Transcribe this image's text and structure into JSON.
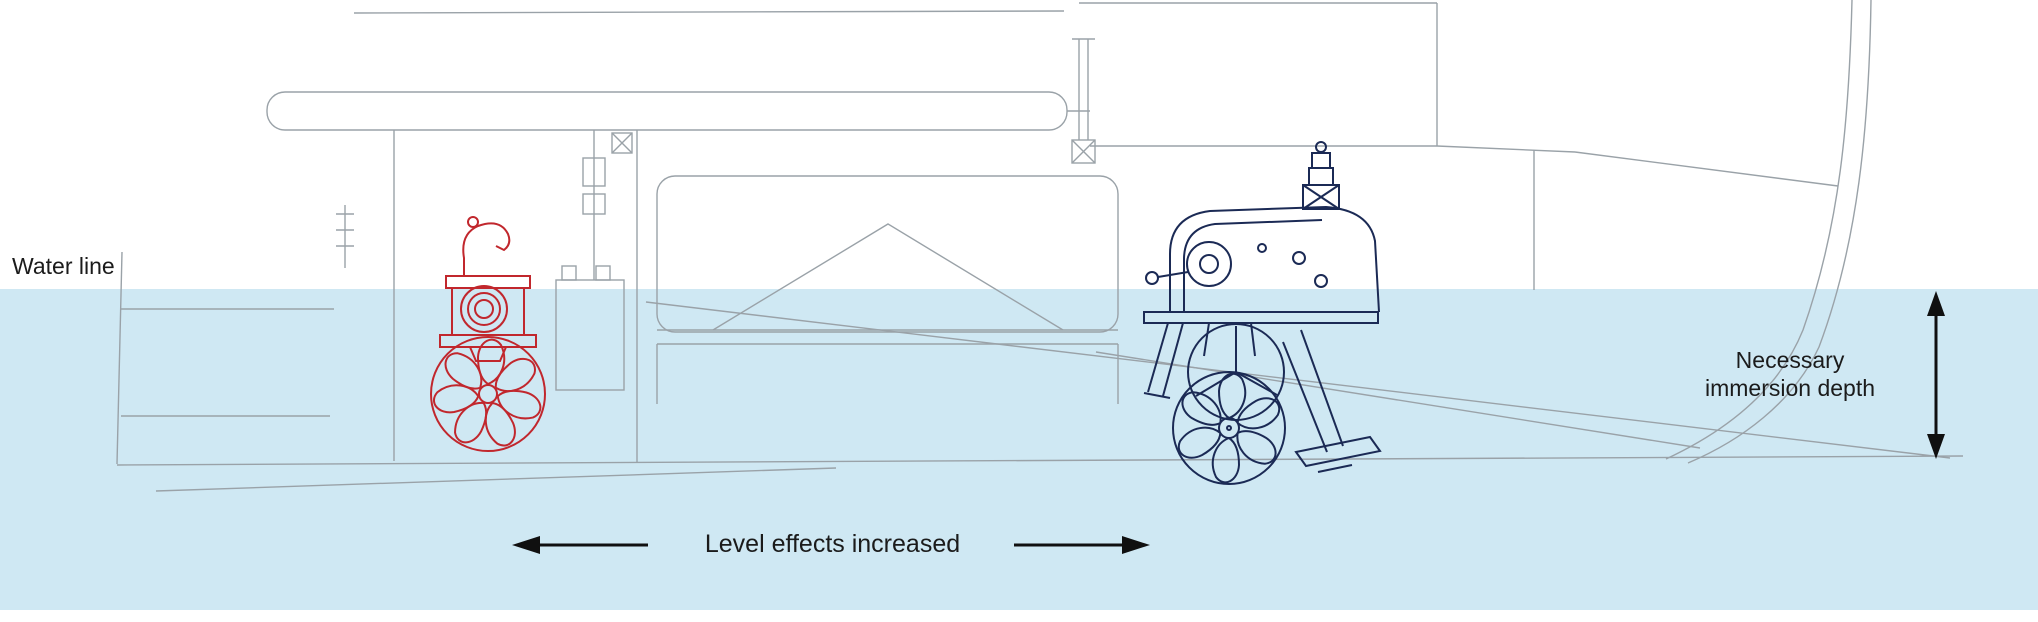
{
  "labels": {
    "water_line": "Water line",
    "immersion_line1": "Necessary",
    "immersion_line2": "immersion depth",
    "level_effects": "Level effects increased"
  },
  "colors": {
    "water": "#cfe8f3",
    "hull_line": "#9aa2a8",
    "bow_thruster": "#c1272d",
    "azimuth_thruster": "#1b2a55",
    "text": "#1b1b1b",
    "arrow": "#101010"
  }
}
